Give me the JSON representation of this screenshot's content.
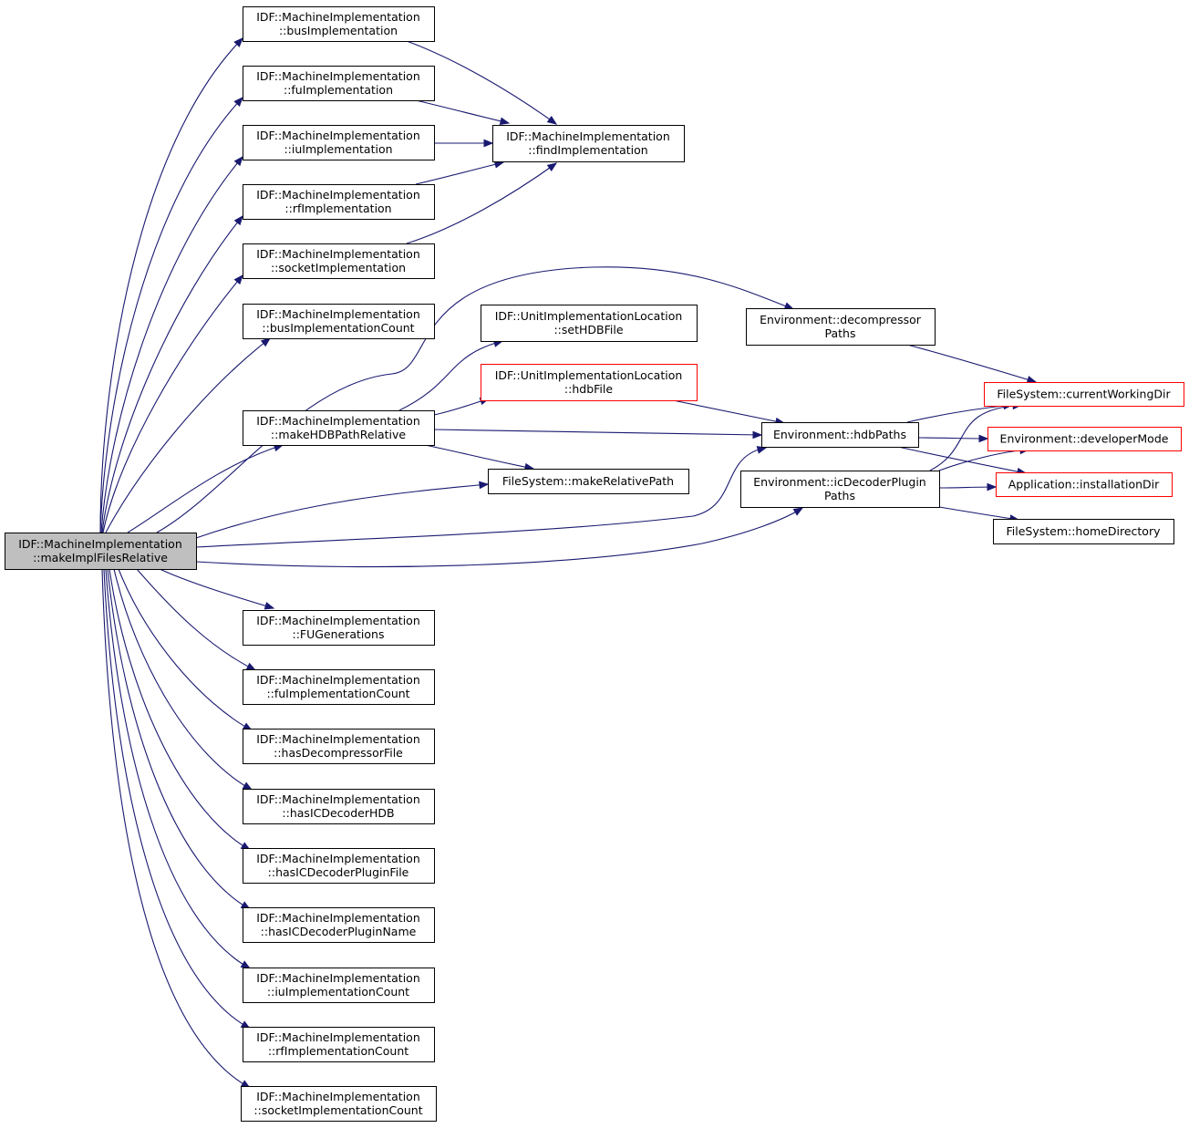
{
  "colors": {
    "edge": "#191970",
    "root_fill": "#bfbfbf",
    "node_border": "#000000",
    "truncated_border": "#ff0000",
    "text": "#000000"
  },
  "nodes": [
    {
      "id": "root",
      "lines": [
        "IDF::MachineImplementation",
        "::makeImplFilesRelative"
      ],
      "kind": "root"
    },
    {
      "id": "busImpl",
      "lines": [
        "IDF::MachineImplementation",
        "::busImplementation"
      ],
      "kind": "normal"
    },
    {
      "id": "fuImpl",
      "lines": [
        "IDF::MachineImplementation",
        "::fuImplementation"
      ],
      "kind": "normal"
    },
    {
      "id": "iuImpl",
      "lines": [
        "IDF::MachineImplementation",
        "::iuImplementation"
      ],
      "kind": "normal"
    },
    {
      "id": "rfImpl",
      "lines": [
        "IDF::MachineImplementation",
        "::rfImplementation"
      ],
      "kind": "normal"
    },
    {
      "id": "socketImpl",
      "lines": [
        "IDF::MachineImplementation",
        "::socketImplementation"
      ],
      "kind": "normal"
    },
    {
      "id": "busCount",
      "lines": [
        "IDF::MachineImplementation",
        "::busImplementationCount"
      ],
      "kind": "normal"
    },
    {
      "id": "makeHDB",
      "lines": [
        "IDF::MachineImplementation",
        "::makeHDBPathRelative"
      ],
      "kind": "normal"
    },
    {
      "id": "fuGen",
      "lines": [
        "IDF::MachineImplementation",
        "::FUGenerations"
      ],
      "kind": "normal"
    },
    {
      "id": "fuCount",
      "lines": [
        "IDF::MachineImplementation",
        "::fuImplementationCount"
      ],
      "kind": "normal"
    },
    {
      "id": "hasDecomp",
      "lines": [
        "IDF::MachineImplementation",
        "::hasDecompressorFile"
      ],
      "kind": "normal"
    },
    {
      "id": "hasICHDB",
      "lines": [
        "IDF::MachineImplementation",
        "::hasICDecoderHDB"
      ],
      "kind": "normal"
    },
    {
      "id": "hasICPluginFile",
      "lines": [
        "IDF::MachineImplementation",
        "::hasICDecoderPluginFile"
      ],
      "kind": "normal"
    },
    {
      "id": "hasICPluginName",
      "lines": [
        "IDF::MachineImplementation",
        "::hasICDecoderPluginName"
      ],
      "kind": "normal"
    },
    {
      "id": "iuCount",
      "lines": [
        "IDF::MachineImplementation",
        "::iuImplementationCount"
      ],
      "kind": "normal"
    },
    {
      "id": "rfCount",
      "lines": [
        "IDF::MachineImplementation",
        "::rfImplementationCount"
      ],
      "kind": "normal"
    },
    {
      "id": "socketCount",
      "lines": [
        "IDF::MachineImplementation",
        "::socketImplementationCount"
      ],
      "kind": "normal"
    },
    {
      "id": "findImpl",
      "lines": [
        "IDF::MachineImplementation",
        "::findImplementation"
      ],
      "kind": "normal"
    },
    {
      "id": "setHDB",
      "lines": [
        "IDF::UnitImplementationLocation",
        "::setHDBFile"
      ],
      "kind": "normal"
    },
    {
      "id": "hdbFile",
      "lines": [
        "IDF::UnitImplementationLocation",
        "::hdbFile"
      ],
      "kind": "truncated"
    },
    {
      "id": "makeRel",
      "lines": [
        "FileSystem::makeRelativePath"
      ],
      "kind": "normal"
    },
    {
      "id": "decompPaths",
      "lines": [
        "Environment::decompressor",
        "Paths"
      ],
      "kind": "normal"
    },
    {
      "id": "hdbPaths",
      "lines": [
        "Environment::hdbPaths"
      ],
      "kind": "normal"
    },
    {
      "id": "icPlugin",
      "lines": [
        "Environment::icDecoderPlugin",
        "Paths"
      ],
      "kind": "normal"
    },
    {
      "id": "cwd",
      "lines": [
        "FileSystem::currentWorkingDir"
      ],
      "kind": "truncated"
    },
    {
      "id": "devMode",
      "lines": [
        "Environment::developerMode"
      ],
      "kind": "truncated"
    },
    {
      "id": "installDir",
      "lines": [
        "Application::installationDir"
      ],
      "kind": "truncated"
    },
    {
      "id": "homeDir",
      "lines": [
        "FileSystem::homeDirectory"
      ],
      "kind": "normal"
    }
  ],
  "edges": [
    [
      "root",
      "busImpl"
    ],
    [
      "root",
      "fuImpl"
    ],
    [
      "root",
      "iuImpl"
    ],
    [
      "root",
      "rfImpl"
    ],
    [
      "root",
      "socketImpl"
    ],
    [
      "root",
      "busCount"
    ],
    [
      "root",
      "makeHDB"
    ],
    [
      "root",
      "decompPaths"
    ],
    [
      "root",
      "makeRel"
    ],
    [
      "root",
      "hdbPaths"
    ],
    [
      "root",
      "icPlugin"
    ],
    [
      "root",
      "fuGen"
    ],
    [
      "root",
      "fuCount"
    ],
    [
      "root",
      "hasDecomp"
    ],
    [
      "root",
      "hasICHDB"
    ],
    [
      "root",
      "hasICPluginFile"
    ],
    [
      "root",
      "hasICPluginName"
    ],
    [
      "root",
      "iuCount"
    ],
    [
      "root",
      "rfCount"
    ],
    [
      "root",
      "socketCount"
    ],
    [
      "busImpl",
      "findImpl"
    ],
    [
      "fuImpl",
      "findImpl"
    ],
    [
      "iuImpl",
      "findImpl"
    ],
    [
      "rfImpl",
      "findImpl"
    ],
    [
      "socketImpl",
      "findImpl"
    ],
    [
      "makeHDB",
      "setHDB"
    ],
    [
      "makeHDB",
      "hdbFile"
    ],
    [
      "makeHDB",
      "hdbPaths"
    ],
    [
      "makeHDB",
      "makeRel"
    ],
    [
      "hdbFile",
      "hdbPaths"
    ],
    [
      "decompPaths",
      "cwd"
    ],
    [
      "hdbPaths",
      "cwd"
    ],
    [
      "hdbPaths",
      "devMode"
    ],
    [
      "hdbPaths",
      "installDir"
    ],
    [
      "icPlugin",
      "cwd"
    ],
    [
      "icPlugin",
      "devMode"
    ],
    [
      "icPlugin",
      "installDir"
    ],
    [
      "icPlugin",
      "homeDir"
    ]
  ]
}
